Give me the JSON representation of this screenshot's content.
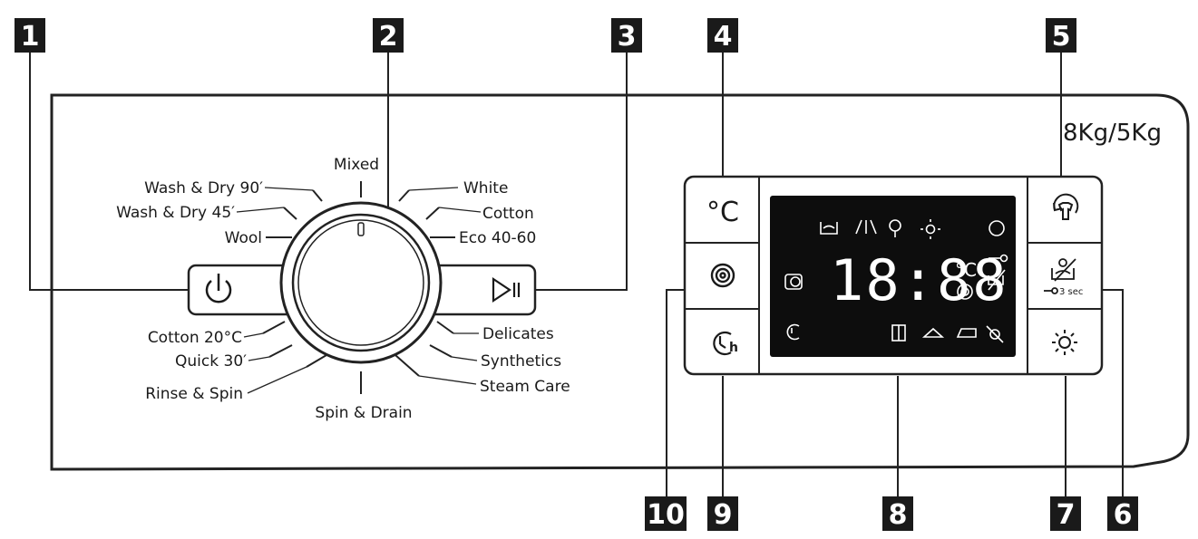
{
  "callouts": [
    "1",
    "2",
    "3",
    "4",
    "5",
    "6",
    "7",
    "8",
    "9",
    "10"
  ],
  "capacity": "8Kg/5Kg",
  "programs": {
    "mixed": "Mixed",
    "wash_dry_90": "Wash & Dry 90′",
    "wash_dry_45": "Wash & Dry 45′",
    "wool": "Wool",
    "white": "White",
    "cotton": "Cotton",
    "eco": "Eco 40-60",
    "cotton_20": "Cotton 20°C",
    "quick_30": "Quick 30′",
    "rinse_spin": "Rinse & Spin",
    "spin_drain": "Spin & Drain",
    "delicates": "Delicates",
    "synthetics": "Synthetics",
    "steam_care": "Steam Care"
  },
  "display": {
    "time": "18:88",
    "degree": "°C"
  },
  "buttons": {
    "temp": "°C",
    "child_lock_hold": "3 sec"
  },
  "icons": {
    "power": "power-icon",
    "start_pause": "start-pause-icon",
    "temperature": "temperature-icon",
    "spin": "spin-icon",
    "delay": "delay-timer-icon",
    "steam": "steam-icon",
    "child_lock": "child-lock-icon",
    "dry": "dry-icon"
  }
}
